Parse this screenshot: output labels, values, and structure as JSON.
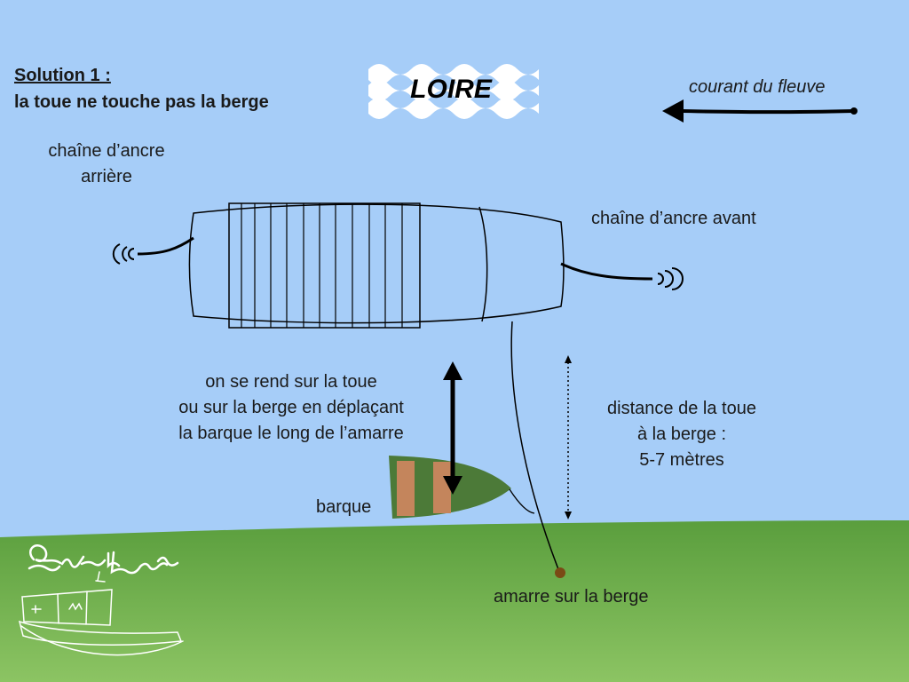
{
  "title": {
    "line1": "Solution 1 :",
    "line2": "la toue ne touche pas la berge"
  },
  "river_logo": {
    "text": "LOIRE",
    "icon": "waves-icon"
  },
  "current_label": "courant du fleuve",
  "labels": {
    "rear_chain": [
      "chaîne d’ancre",
      "arrière"
    ],
    "front_chain": "chaîne d’ancre avant",
    "access": [
      "on se rend sur la toue",
      "ou sur la berge en déplaçant",
      "la barque le long de l’amarre"
    ],
    "distance": [
      "distance de la toue",
      "à la berge :",
      "5-7 mètres"
    ],
    "barque": "barque",
    "mooring": "amarre sur la berge"
  },
  "colors": {
    "sky": "#a6cdf8",
    "grass_top": "#5a9e3d",
    "grass_bottom": "#86bf5e",
    "barque_hull": "#4c7a38",
    "barque_seats": "#c4855c",
    "mooring_post": "#7a4a15"
  }
}
